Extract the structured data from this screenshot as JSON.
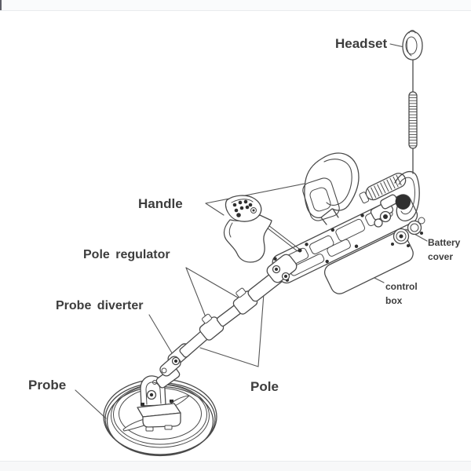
{
  "colors": {
    "background": "#ffffff",
    "band": "#fafbfc",
    "band_border": "#e9ebee",
    "line": "#4a4a4a",
    "dark_detail": "#2f2f2f",
    "label_text": "#3d3d3d"
  },
  "diagram": {
    "subject": "metal detector parts diagram",
    "labels": {
      "headset": "Headset",
      "handle": "Handle",
      "pole_regulator": "Pole regulator",
      "probe_diverter": "Probe diverter",
      "probe": "Probe",
      "pole": "Pole",
      "battery_cover": "Battery cover",
      "control_box": "control box"
    }
  }
}
